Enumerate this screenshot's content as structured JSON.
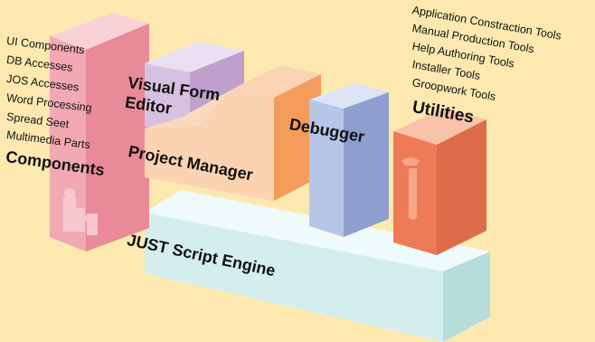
{
  "components": {
    "title": "Components",
    "items": [
      "UI Components",
      "DB Accesses",
      "JOS Accesses",
      "Word Processing",
      "Spread Seet",
      "Multimedia Parts"
    ]
  },
  "visual_form_editor": "Visual Form\nEditor",
  "project_manager": "Project Manager",
  "debugger": "Debugger",
  "utilities": {
    "title": "Utilities",
    "items": [
      "Application Constraction Tools",
      "Manual Production Tools",
      "Help Authoring Tools",
      "Installer Tools",
      "Groopwork Tools"
    ]
  },
  "engine": "JUST Script Engine",
  "icons": [
    "puzzle-pieces-icon",
    "wrench-icon"
  ],
  "colors": {
    "background": "#fde9b0",
    "components": "#ef9fab",
    "visual_form_editor": "#d7c1e0",
    "project_manager": "#f8ab6c",
    "debugger": "#b7c5e7",
    "utilities": "#ee7b57",
    "engine": "#d3eeed"
  }
}
